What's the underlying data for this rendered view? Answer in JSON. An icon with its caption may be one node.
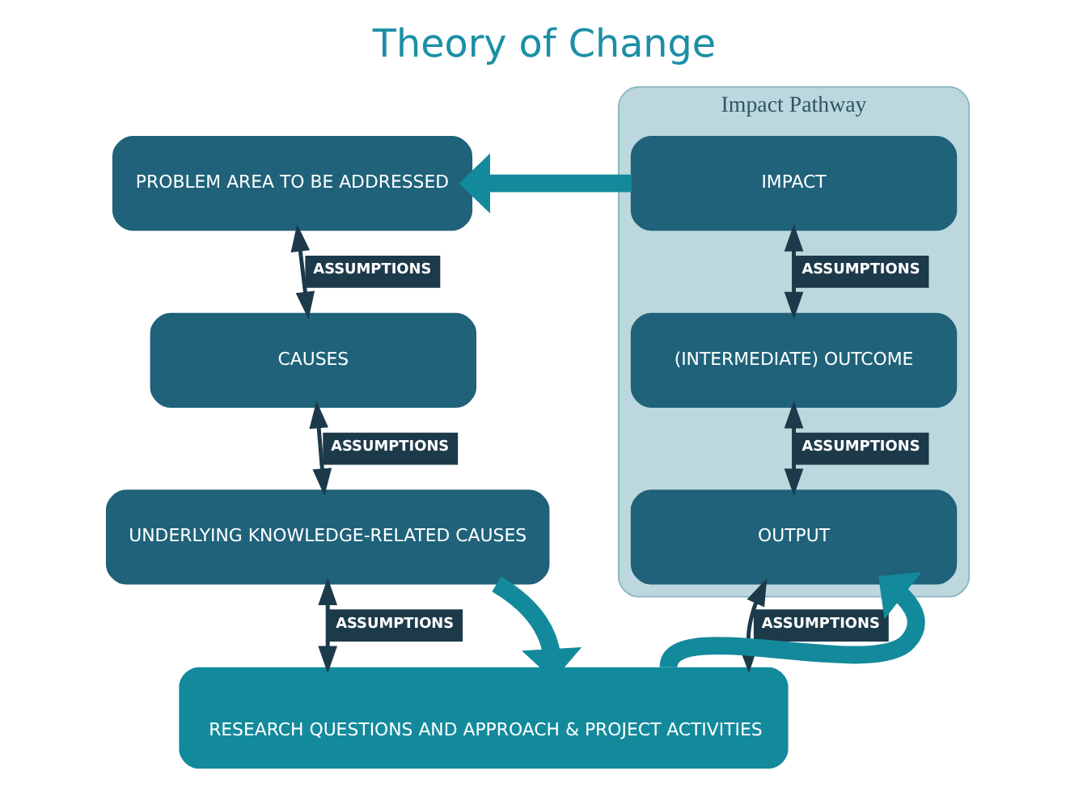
{
  "diagram": {
    "title": "Theory of Change",
    "nodes": [
      {
        "text": [
          "PROBLEM AREA TO BE ADDRESSED"
        ]
      },
      {
        "text": [
          "CAUSES"
        ]
      },
      {
        "text": [
          "UNDERLYING KNOWLEDGE-RELATED CAUSES"
        ]
      },
      {
        "text": [
          "Impact Pathway"
        ]
      },
      {
        "text": [
          "IMPACT"
        ],
        "in": 3
      },
      {
        "text": [
          "(INTERMEDIATE) OUTCOME"
        ],
        "in": 3
      },
      {
        "text": [
          "OUTPUT"
        ],
        "in": 3
      },
      {
        "text": [
          "RESEARCH QUESTIONS AND APPROACH & PROJECT ACTIVITIES"
        ]
      }
    ],
    "edges": [
      {
        "from": 4,
        "to": 0,
        "arrow": "to",
        "style": "thick",
        "color": "#138a9c"
      },
      {
        "from": 0,
        "to": 1,
        "arrow": "both",
        "label": "ASSUMPTIONS"
      },
      {
        "from": 4,
        "to": 5,
        "arrow": "both",
        "label": "ASSUMPTIONS"
      },
      {
        "from": 1,
        "to": 2,
        "arrow": "both",
        "label": "ASSUMPTIONS"
      },
      {
        "from": 5,
        "to": 6,
        "arrow": "both",
        "label": "ASSUMPTIONS"
      },
      {
        "from": 2,
        "to": 7,
        "arrow": "both",
        "label": "ASSUMPTIONS"
      },
      {
        "from": 2,
        "to": 7,
        "arrow": "to",
        "style": "thick",
        "color": "#138a9c"
      },
      {
        "from": 7,
        "to": 6,
        "arrow": "to",
        "style": "thick",
        "color": "#138a9c"
      },
      {
        "from": 6,
        "to": 7,
        "arrow": "both",
        "label": "ASSUMPTIONS"
      }
    ]
  }
}
